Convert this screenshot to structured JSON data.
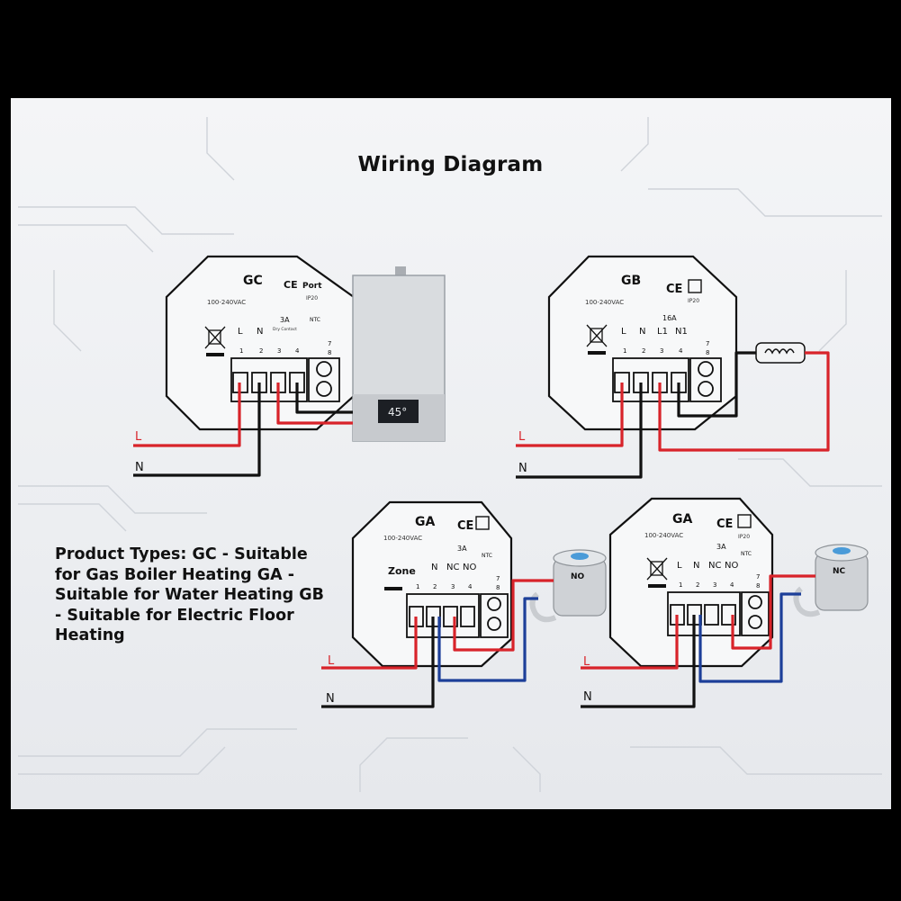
{
  "title": "Wiring Diagram",
  "description": "Product Types: GC - Suitable for Gas Boiler Heating GA - Suitable for Water Heating GB - Suitable for Electric Floor Heating",
  "colors": {
    "live": "#d8232a",
    "neutral": "#111111",
    "valve": "#1d3f99",
    "panel": "#eef0f3"
  },
  "wire_labels": {
    "live": "L",
    "neutral": "N"
  },
  "boiler": {
    "display": "45°"
  },
  "devices": {
    "gc": {
      "model": "GC",
      "cert": "CE",
      "cert2": "Port",
      "ip": "IP20",
      "voltage": "100-240VAC",
      "rating": "3A",
      "rating_sub": "Dry Contact",
      "ntc": "NTC",
      "term_top": [
        "L",
        "N",
        "",
        ""
      ],
      "term_num": [
        "1",
        "2",
        "3",
        "4"
      ],
      "side": [
        "7",
        "8"
      ]
    },
    "gb": {
      "model": "GB",
      "cert": "CE",
      "ip": "IP20",
      "voltage": "100-240VAC",
      "rating": "16A",
      "ntc": "",
      "term_top": [
        "L",
        "N",
        "L1",
        "N1"
      ],
      "term_num": [
        "1",
        "2",
        "3",
        "4"
      ],
      "side": [
        "7",
        "8"
      ]
    },
    "ga1": {
      "model": "GA",
      "cert": "CE",
      "ip": "",
      "voltage": "100-240VAC",
      "rating": "3A",
      "ntc": "NTC",
      "zone": "Zone",
      "term_top": [
        "",
        "N",
        "NC",
        "NO"
      ],
      "term_num": [
        "1",
        "2",
        "3",
        "4"
      ],
      "side": [
        "7",
        "8"
      ],
      "valve": "NO"
    },
    "ga2": {
      "model": "GA",
      "cert": "CE",
      "ip": "IP20",
      "voltage": "100-240VAC",
      "rating": "3A",
      "ntc": "NTC",
      "term_top": [
        "L",
        "N",
        "NC",
        "NO"
      ],
      "term_num": [
        "1",
        "2",
        "3",
        "4"
      ],
      "side": [
        "7",
        "8"
      ],
      "valve": "NC"
    }
  }
}
